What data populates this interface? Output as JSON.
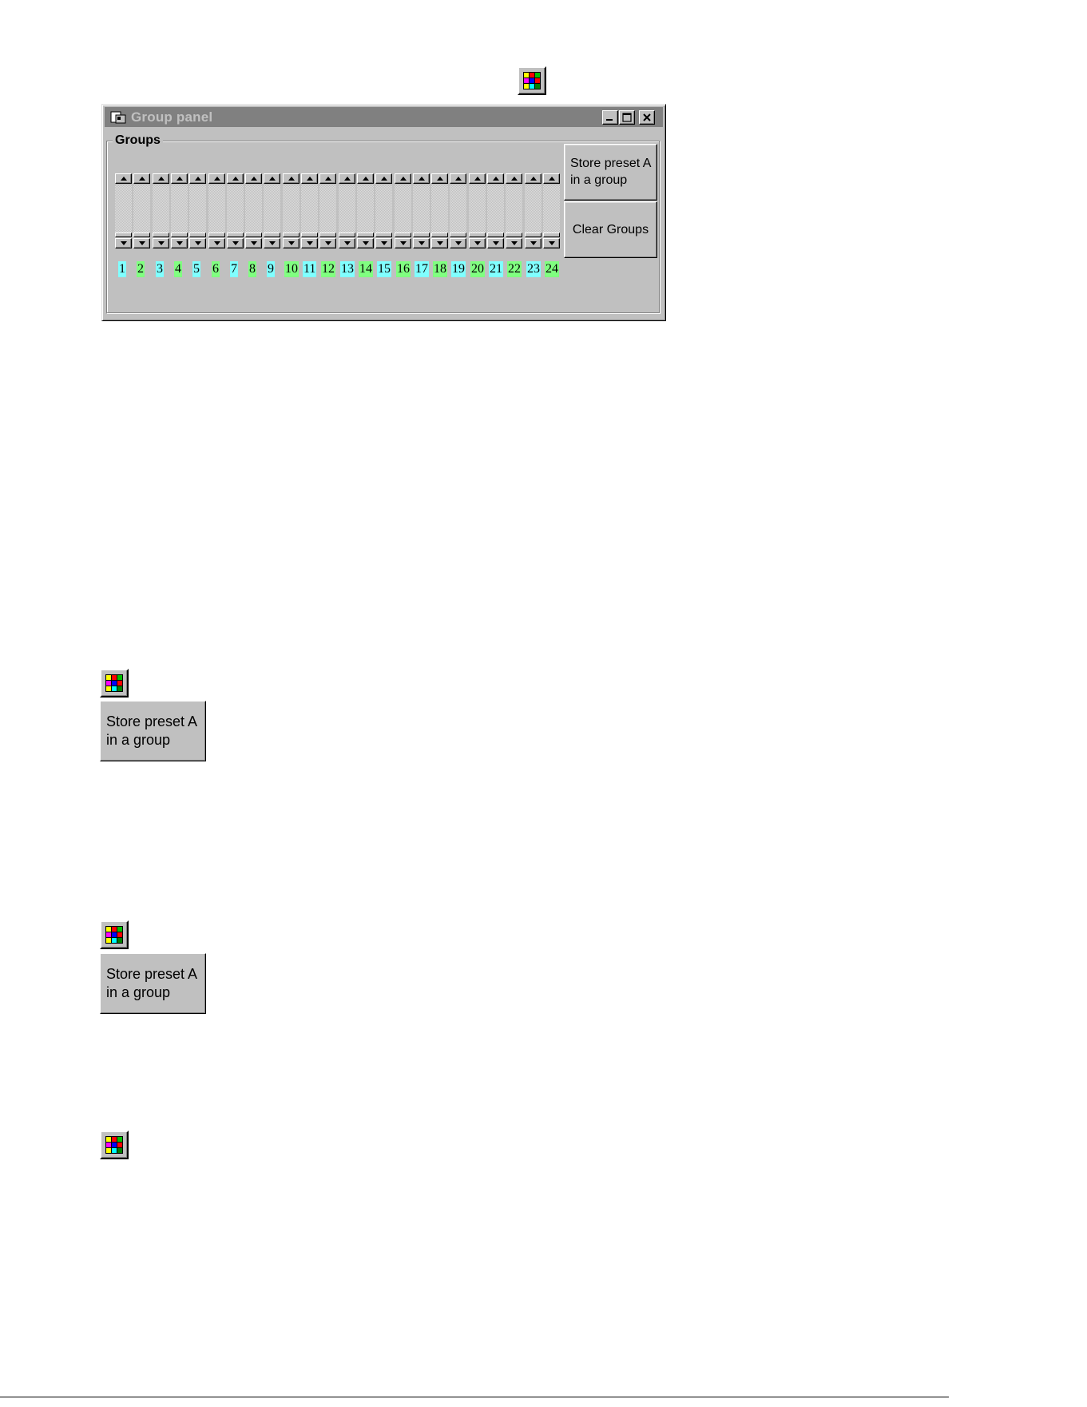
{
  "window": {
    "title": "Group panel",
    "group_label": "Groups",
    "store_button": "Store preset A\nin a group",
    "clear_button": "Clear Groups",
    "sliders": [
      {
        "label": "1",
        "color": "#80ffff"
      },
      {
        "label": "2",
        "color": "#80ff80"
      },
      {
        "label": "3",
        "color": "#80ffff"
      },
      {
        "label": "4",
        "color": "#80ff80"
      },
      {
        "label": "5",
        "color": "#80ffff"
      },
      {
        "label": "6",
        "color": "#80ff80"
      },
      {
        "label": "7",
        "color": "#80ffff"
      },
      {
        "label": "8",
        "color": "#80ff80"
      },
      {
        "label": "9",
        "color": "#80ffff"
      },
      {
        "label": "10",
        "color": "#80ff80"
      },
      {
        "label": "11",
        "color": "#80ffff"
      },
      {
        "label": "12",
        "color": "#80ff80"
      },
      {
        "label": "13",
        "color": "#80ffff"
      },
      {
        "label": "14",
        "color": "#80ff80"
      },
      {
        "label": "15",
        "color": "#80ffff"
      },
      {
        "label": "16",
        "color": "#80ff80"
      },
      {
        "label": "17",
        "color": "#80ffff"
      },
      {
        "label": "18",
        "color": "#80ff80"
      },
      {
        "label": "19",
        "color": "#80ffff"
      },
      {
        "label": "20",
        "color": "#80ff80"
      },
      {
        "label": "21",
        "color": "#80ffff"
      },
      {
        "label": "22",
        "color": "#80ff80"
      },
      {
        "label": "23",
        "color": "#80ffff"
      },
      {
        "label": "24",
        "color": "#80ff80"
      }
    ]
  },
  "doc_buttons": {
    "store_button_1": "Store preset A\nin a group",
    "store_button_2": "Store preset A\nin a group"
  },
  "icons": {
    "toolbar": "color-grid-icon",
    "title": "app-window-icon",
    "minimize": "minimize-icon",
    "maximize": "maximize-icon",
    "close": "close-icon"
  },
  "colors": {
    "window_face": "#c0c0c0",
    "titlebar_inactive": "#808080",
    "label_cyan": "#80ffff",
    "label_green": "#80ff80"
  }
}
